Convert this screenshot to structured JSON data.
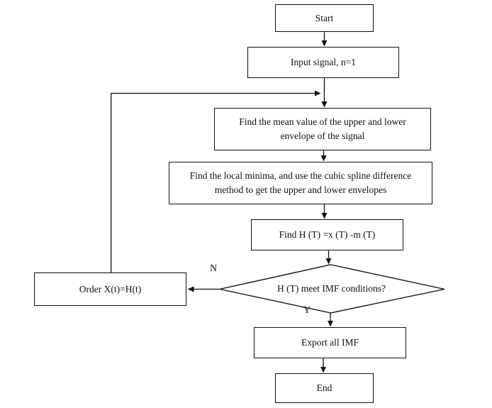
{
  "figure": {
    "background": "#ffffff",
    "line_color": "#111111"
  },
  "nodes": {
    "start": {
      "label": "Start"
    },
    "input": {
      "label": "Input signal, n=1"
    },
    "mean": {
      "label": "Find the mean value of the upper and lower envelope of the signal"
    },
    "minima": {
      "label": "Find the local minima, and use the cubic spline difference method to get the upper and lower envelopes"
    },
    "find_h": {
      "label": "Find H (T) =x (T) -m (T)"
    },
    "decision": {
      "label": "H (T) meet IMF conditions?"
    },
    "order": {
      "label": "Order X(t)=H(t)"
    },
    "export": {
      "label": "Export all IMF"
    },
    "end": {
      "label": "End"
    }
  },
  "edge_labels": {
    "no": "N",
    "yes": "Y"
  }
}
